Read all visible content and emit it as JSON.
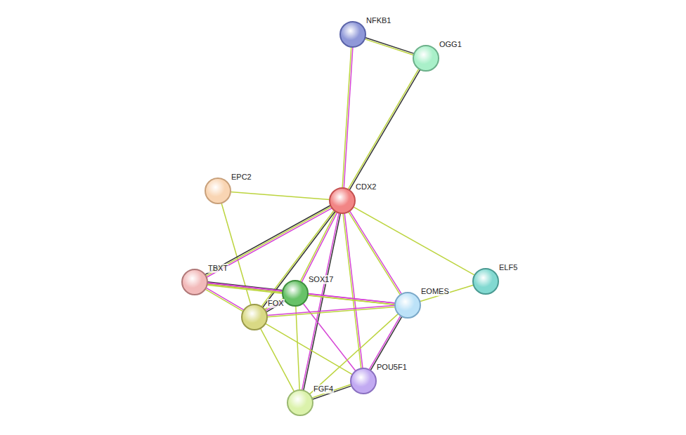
{
  "diagram": {
    "nodes": [
      {
        "text": [
          "NFKB1"
        ]
      },
      {
        "text": [
          "OGG1"
        ]
      },
      {
        "text": [
          "CDX2"
        ]
      },
      {
        "text": [
          "EPC2"
        ]
      },
      {
        "text": [
          "TBXT"
        ]
      },
      {
        "text": [
          "SOX17"
        ]
      },
      {
        "text": [
          "FOX"
        ]
      },
      {
        "text": [
          "EOMES"
        ]
      },
      {
        "text": [
          "ELF5"
        ]
      },
      {
        "text": [
          "POU5F1"
        ]
      },
      {
        "text": [
          "FGF4"
        ]
      }
    ],
    "edges": [
      {
        "from": 0,
        "to": 1,
        "arrow": "none"
      },
      {
        "from": 0,
        "to": 2,
        "arrow": "none"
      },
      {
        "from": 1,
        "to": 2,
        "arrow": "none"
      },
      {
        "from": 3,
        "to": 2,
        "arrow": "none"
      },
      {
        "from": 3,
        "to": 6,
        "arrow": "none"
      },
      {
        "from": 2,
        "to": 4,
        "arrow": "none"
      },
      {
        "from": 2,
        "to": 5,
        "arrow": "none"
      },
      {
        "from": 2,
        "to": 6,
        "arrow": "none"
      },
      {
        "from": 2,
        "to": 10,
        "arrow": "none"
      },
      {
        "from": 2,
        "to": 9,
        "arrow": "none"
      },
      {
        "from": 2,
        "to": 7,
        "arrow": "none"
      },
      {
        "from": 2,
        "to": 8,
        "arrow": "none"
      },
      {
        "from": 4,
        "to": 5,
        "arrow": "none"
      },
      {
        "from": 4,
        "to": 6,
        "arrow": "none"
      },
      {
        "from": 4,
        "to": 7,
        "arrow": "none"
      },
      {
        "from": 5,
        "to": 6,
        "arrow": "none"
      },
      {
        "from": 5,
        "to": 7,
        "arrow": "none"
      },
      {
        "from": 5,
        "to": 10,
        "arrow": "none"
      },
      {
        "from": 5,
        "to": 9,
        "arrow": "none"
      },
      {
        "from": 6,
        "to": 7,
        "arrow": "none"
      },
      {
        "from": 6,
        "to": 10,
        "arrow": "none"
      },
      {
        "from": 6,
        "to": 9,
        "arrow": "none"
      },
      {
        "from": 7,
        "to": 8,
        "arrow": "none"
      },
      {
        "from": 7,
        "to": 9,
        "arrow": "none"
      },
      {
        "from": 7,
        "to": 10,
        "arrow": "none"
      },
      {
        "from": 9,
        "to": 10,
        "arrow": "none"
      }
    ]
  }
}
